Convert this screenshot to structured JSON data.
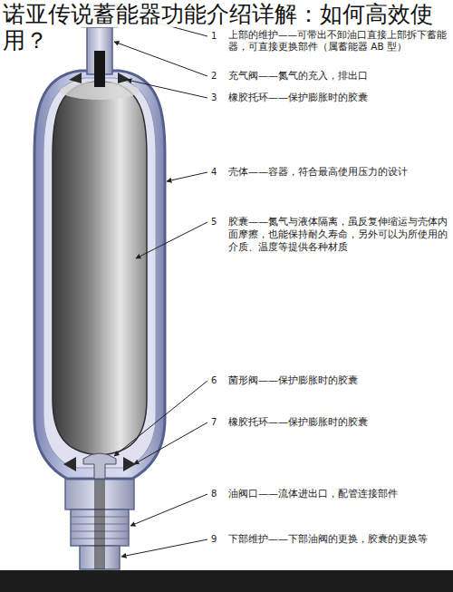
{
  "diagram": {
    "title": "诺亚传说蓄能器功能介绍详解：如何高效使用？",
    "labels": [
      "1",
      "上部的维护——可带出不卸油口直接上部拆下蓄能器，可直接更换部件（属蓄能器 AB 型）",
      "2",
      "充气阀——氮气的充入，排出口",
      "3",
      "橡胶托环——保护膨胀时的胶囊",
      "4",
      "壳体——容器，符合最高使用压力的设计",
      "5",
      "胶囊——氮气与液体隔离，虽反复伸缩运与壳体内面摩擦，也能保持耐久寿命，另外可以为所使用的介质、温度等提供各种材质",
      "6",
      "菌形阀——保护膨胀时的胶囊",
      "7",
      "橡胶托环——保护膨胀时的胶囊",
      "8",
      "油阀口——流体进出口，配管连接部件",
      "9",
      "下部维护——下部油阀的更换，胶囊的更换等"
    ]
  }
}
